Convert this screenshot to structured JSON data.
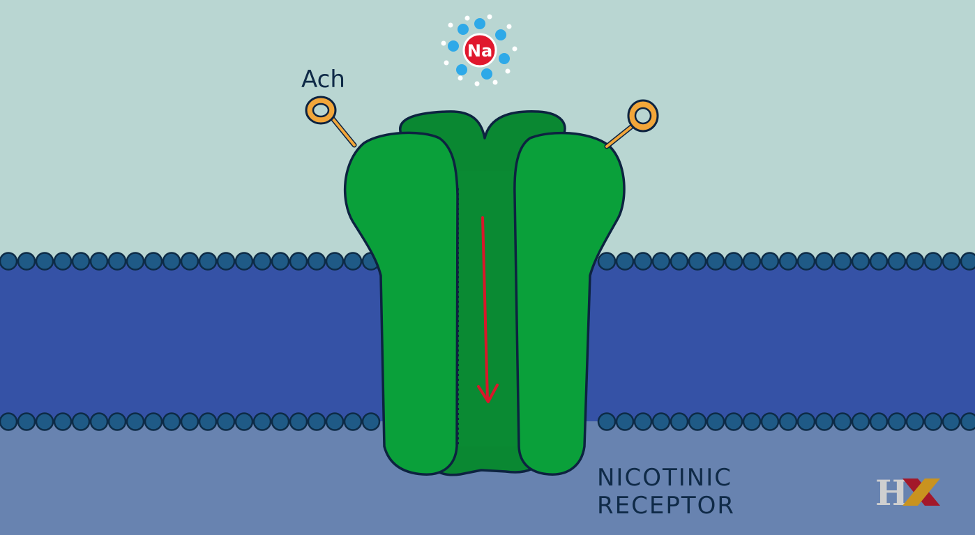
{
  "labels": {
    "ligand": "Ach",
    "ion": "Na",
    "receptor_line1": "NICOTINIC",
    "receptor_line2": "RECEPTOR"
  },
  "logo": {
    "text": "HX"
  },
  "colors": {
    "extracellular": "#b9d6d2",
    "membrane_core": "#3552a6",
    "lipid_head": "#1f5a86",
    "lipid_outline": "#0d2b46",
    "intracellular": "#6883b0",
    "protein_light": "#0aa03a",
    "protein_dark": "#0a8832",
    "outline": "#0d2340",
    "ligand": "#f2a63a",
    "ion": "#e0182d",
    "water": "#2ea9e8",
    "arrow": "#d8172a",
    "logo_h": "#cfcfcf",
    "logo_x_gold": "#c9931f",
    "logo_x_red": "#a3182a"
  },
  "icons": {
    "ion_icon": "sodium-ion-icon",
    "ligand_icon": "acetylcholine-ligand-icon",
    "flow_icon": "ion-flow-arrow-icon",
    "logo_icon": "hx-logo-icon"
  }
}
